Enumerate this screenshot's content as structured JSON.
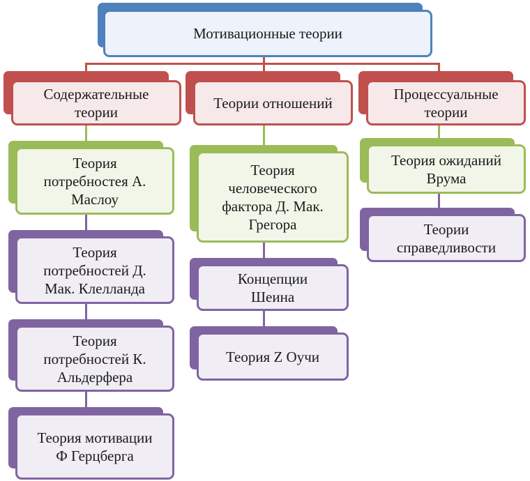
{
  "root": {
    "label": "Мотивационные теории"
  },
  "columns": [
    {
      "header": "Содержательные\nтеории",
      "items": [
        "Теория\nпотребностея А.\nМаслоу",
        "Теория\nпотребностей Д.\nМак. Клелланда",
        "Теория\nпотребностей К.\nАльдерфера",
        "Теория мотивации\nФ Герцберга"
      ]
    },
    {
      "header": "Теории отношений",
      "items": [
        "Теория\nчеловеческого\nфактора Д. Мак.\nГрегора",
        "Концепции\nШеина",
        "Теория Z Оучи"
      ]
    },
    {
      "header": "Процессуальные\nтеории",
      "items": [
        "Теория ожиданий\nВрума",
        "Теории\nсправедливости"
      ]
    }
  ],
  "colors": {
    "root": "#4f81bd",
    "header": "#c0504d",
    "first_item": "#9bbb59",
    "other_items": "#8064a2"
  }
}
